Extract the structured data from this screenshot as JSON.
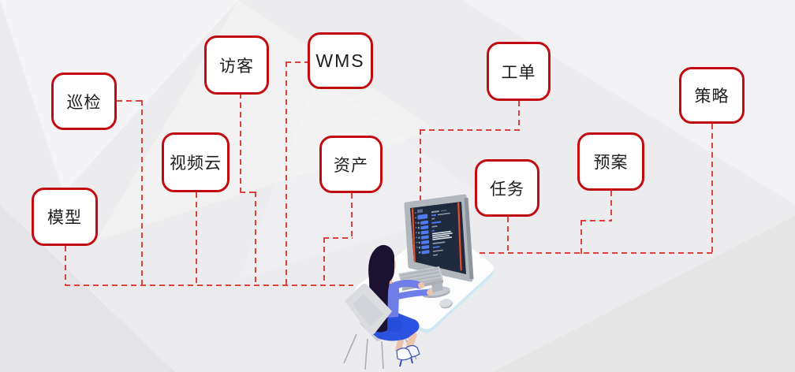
{
  "diagram": {
    "nodes": [
      {
        "id": "xunjian",
        "label": "巡检"
      },
      {
        "id": "moxing",
        "label": "模型"
      },
      {
        "id": "shipinyun",
        "label": "视频云"
      },
      {
        "id": "fangke",
        "label": "访客"
      },
      {
        "id": "wms",
        "label": "WMS"
      },
      {
        "id": "zichan",
        "label": "资产"
      },
      {
        "id": "gongdan",
        "label": "工单"
      },
      {
        "id": "renwu",
        "label": "任务"
      },
      {
        "id": "yuan",
        "label": "预案"
      },
      {
        "id": "celue",
        "label": "策略"
      }
    ]
  },
  "colors": {
    "background": "#ececee",
    "node_border": "#c20b10",
    "node_fill": "#ffffff",
    "node_text": "#1d1d1f",
    "connector": "#d8423f",
    "screen_bg": "#202a3e",
    "screen_accent": "#e84e28",
    "screen_blue": "#4f7bf0",
    "desk": "#fdfdfe",
    "desk_trim": "#cfe9f2",
    "monitor_frame": "#b2b7be",
    "hair": "#1a1230",
    "skin": "#edc5ad",
    "blouse": "#6e7ee6",
    "skirt": "#2b52e0",
    "chair": "#dadce0"
  }
}
